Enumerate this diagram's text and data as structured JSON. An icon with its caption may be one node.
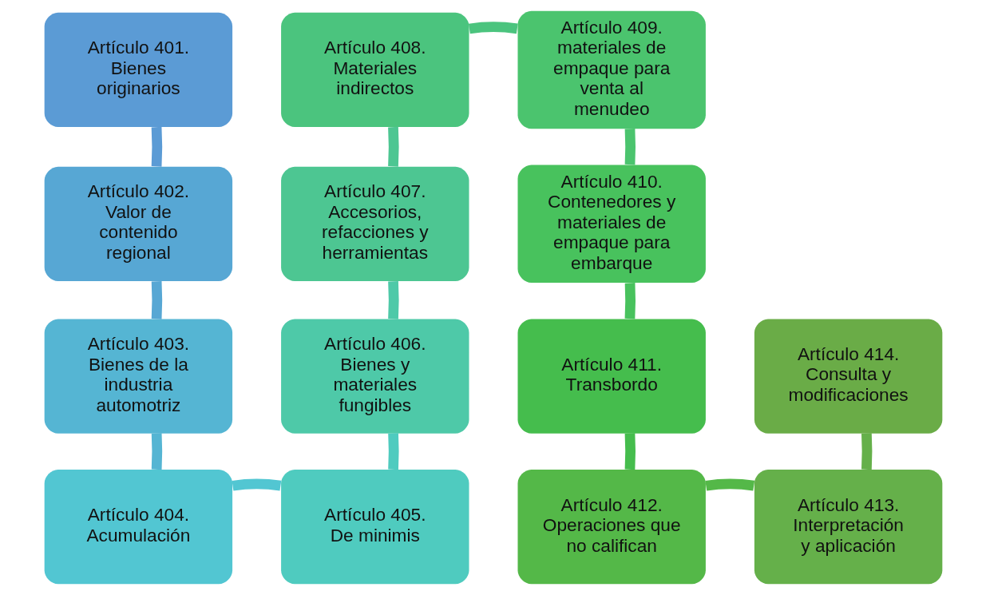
{
  "diagram": {
    "nodes": [
      {
        "text": [
          "Artículo 401. Bienes originarios"
        ]
      },
      {
        "text": [
          "Artículo 402. Valor de contenido regional"
        ]
      },
      {
        "text": [
          "Artículo 403. Bienes de la industria automotriz"
        ]
      },
      {
        "text": [
          "Artículo 404. Acumulación"
        ]
      },
      {
        "text": [
          "Artículo 405. De minimis"
        ]
      },
      {
        "text": [
          "Artículo 406. Bienes y materiales fungibles"
        ]
      },
      {
        "text": [
          "Artículo 407. Accesorios, refacciones y herramientas"
        ]
      },
      {
        "text": [
          "Artículo 408. Materiales indirectos"
        ]
      },
      {
        "text": [
          "Artículo 409. materiales de empaque para venta al menudeo"
        ]
      },
      {
        "text": [
          "Artículo 410. Contenedores y materiales de empaque para embarque"
        ]
      },
      {
        "text": [
          "Artículo 411. Transbordo"
        ]
      },
      {
        "text": [
          "Artículo 412. Operaciones que no califican"
        ]
      },
      {
        "text": [
          "Artículo 413. Interpretación y aplicación"
        ]
      },
      {
        "text": [
          "Artículo 414. Consulta y modificaciones"
        ]
      }
    ],
    "edges": [
      {
        "from": 0,
        "to": 1,
        "arrow": "none",
        "color": "#5b9bd5"
      },
      {
        "from": 1,
        "to": 2,
        "arrow": "none",
        "color": "#57a7d4"
      },
      {
        "from": 2,
        "to": 3,
        "arrow": "none",
        "color": "#55b5d3"
      },
      {
        "from": 3,
        "to": 4,
        "arrow": "none",
        "color": "#52c6d2"
      },
      {
        "from": 4,
        "to": 5,
        "arrow": "none",
        "color": "#4fcbbf"
      },
      {
        "from": 5,
        "to": 6,
        "arrow": "none",
        "color": "#4ec9a8"
      },
      {
        "from": 6,
        "to": 7,
        "arrow": "none",
        "color": "#4dc692"
      },
      {
        "from": 7,
        "to": 8,
        "arrow": "none",
        "color": "#4bc47e"
      },
      {
        "from": 8,
        "to": 9,
        "arrow": "none",
        "color": "#4bc46e"
      },
      {
        "from": 9,
        "to": 10,
        "arrow": "none",
        "color": "#48c25d"
      },
      {
        "from": 10,
        "to": 11,
        "arrow": "none",
        "color": "#45bd4d"
      },
      {
        "from": 11,
        "to": 12,
        "arrow": "none",
        "color": "#54b848"
      },
      {
        "from": 12,
        "to": 13,
        "arrow": "none",
        "color": "#65b04a"
      }
    ]
  }
}
